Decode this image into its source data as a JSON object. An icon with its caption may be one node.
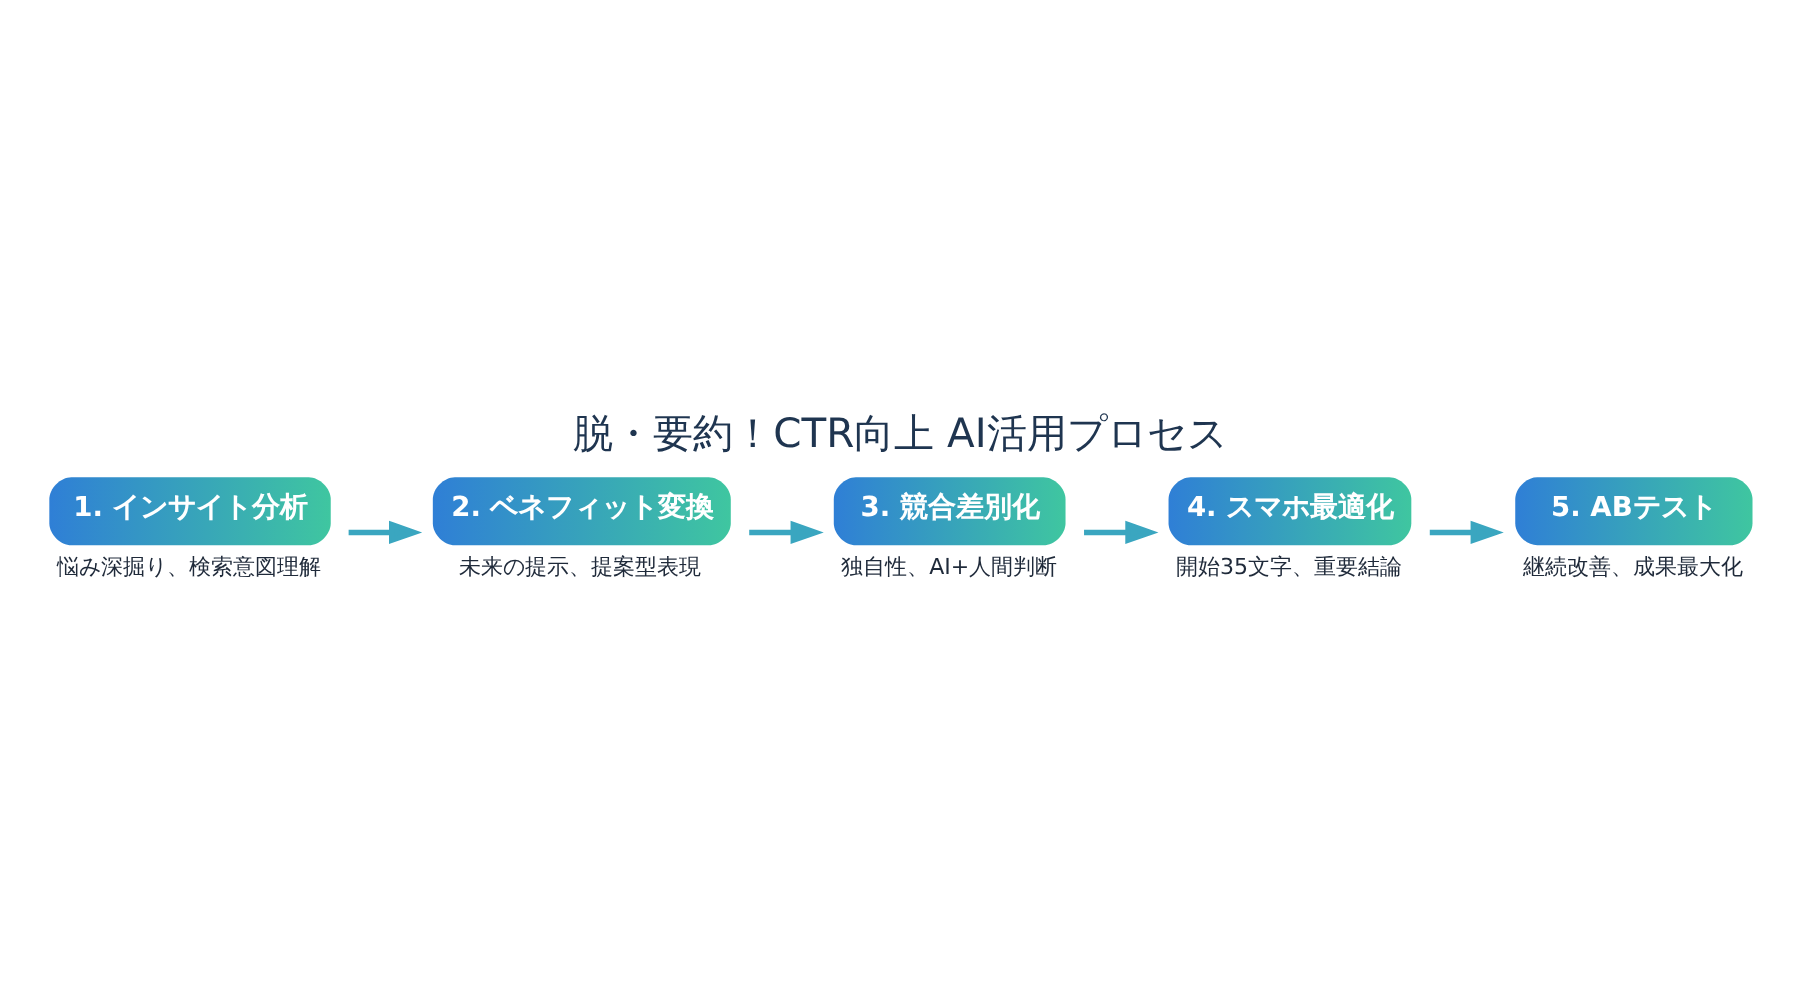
{
  "diagram": {
    "title": "脱・要約！CTR向上 AI活用プロセス",
    "nodes": [
      {
        "text": [
          "1. インサイト分析"
        ],
        "beside": [
          "悩み深掘り、検索意図理解"
        ]
      },
      {
        "text": [
          "2. ベネフィット変換"
        ],
        "beside": [
          "未来の提示、提案型表現"
        ]
      },
      {
        "text": [
          "3. 競合差別化"
        ],
        "beside": [
          "独自性、AI+人間判断"
        ]
      },
      {
        "text": [
          "4. スマホ最適化"
        ],
        "beside": [
          "開始35文字、重要結論"
        ]
      },
      {
        "text": [
          "5. ABテスト"
        ],
        "beside": [
          "継続改善、成果最大化"
        ]
      }
    ],
    "edges": [
      {
        "from": 0,
        "to": 1,
        "arrow": "to"
      },
      {
        "from": 1,
        "to": 2,
        "arrow": "to"
      },
      {
        "from": 2,
        "to": 3,
        "arrow": "to"
      },
      {
        "from": 3,
        "to": 4,
        "arrow": "to"
      }
    ]
  }
}
